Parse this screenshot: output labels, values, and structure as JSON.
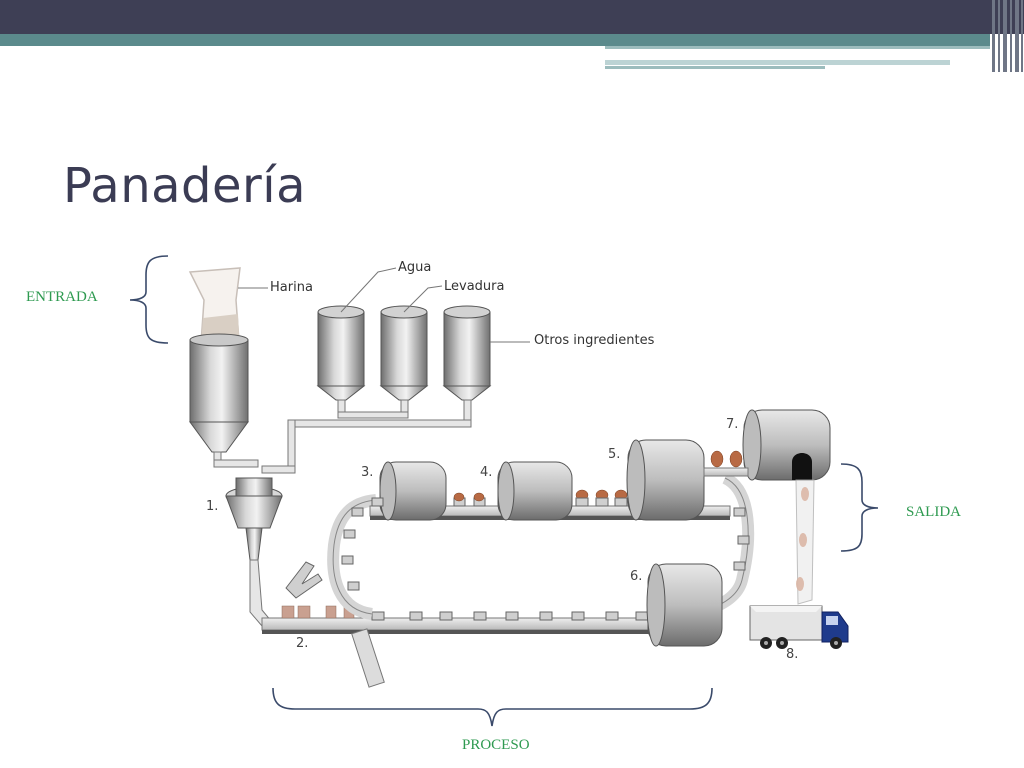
{
  "slide": {
    "title": "Panadería"
  },
  "brackets": {
    "entrada": "ENTRADA",
    "salida": "SALIDA",
    "proceso": "PROCESO"
  },
  "diagram": {
    "ingredients": {
      "harina": "Harina",
      "agua": "Agua",
      "levadura": "Levadura",
      "otros": "Otros ingredientes"
    },
    "steps": [
      "1.",
      "2.",
      "3.",
      "4.",
      "5.",
      "6.",
      "7.",
      "8."
    ]
  },
  "colors": {
    "header_dark": "#3e3f55",
    "header_teal": "#5b8a8c",
    "label_green": "#2e9a50",
    "title": "#3b3c54",
    "truck_cab": "#1f3b8c"
  }
}
